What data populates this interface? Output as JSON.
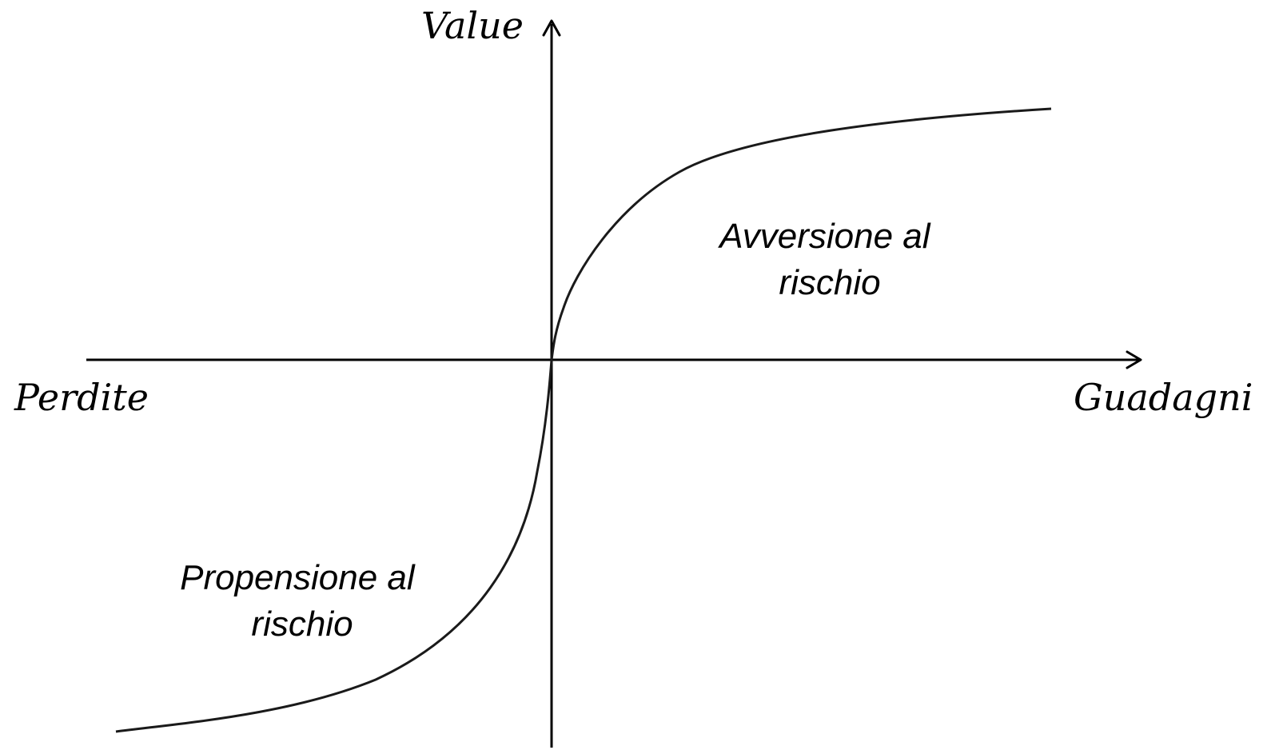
{
  "diagram": {
    "labels": {
      "value_axis": "Value",
      "losses": "Perdite",
      "gains": "Guadagni"
    },
    "regions": {
      "risk_aversion": [
        "Avversione al",
        "rischio"
      ],
      "risk_seeking": [
        "Propensione al",
        "rischio"
      ]
    },
    "colors": {
      "axis": "#000000",
      "curve": "#1a1a1a",
      "background": "#ffffff"
    }
  }
}
